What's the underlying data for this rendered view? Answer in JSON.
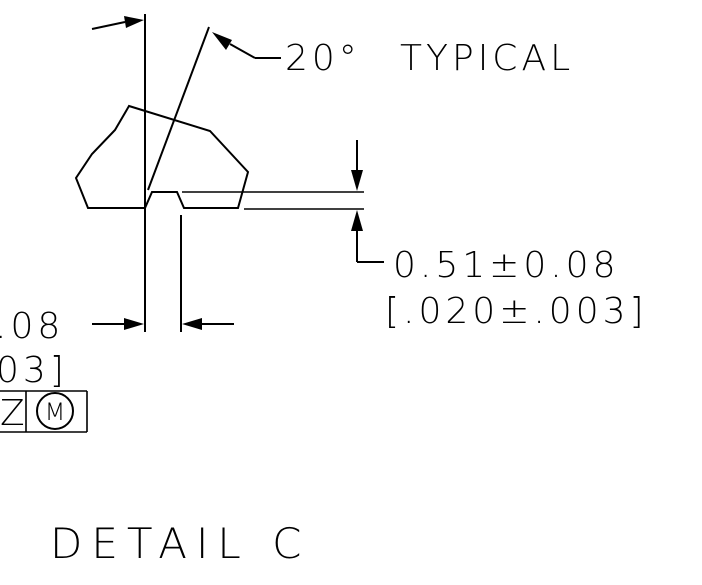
{
  "drawing": {
    "angle_label": "20°",
    "angle_note": "TYPICAL",
    "depth_metric": "0.51±0.08",
    "depth_inch": "[.020±.003]",
    "width_metric_partial": ".08",
    "width_inch_partial": "03]",
    "fcf_datum": "Z",
    "fcf_modifier": "M",
    "detail_title": "DETAIL C"
  }
}
